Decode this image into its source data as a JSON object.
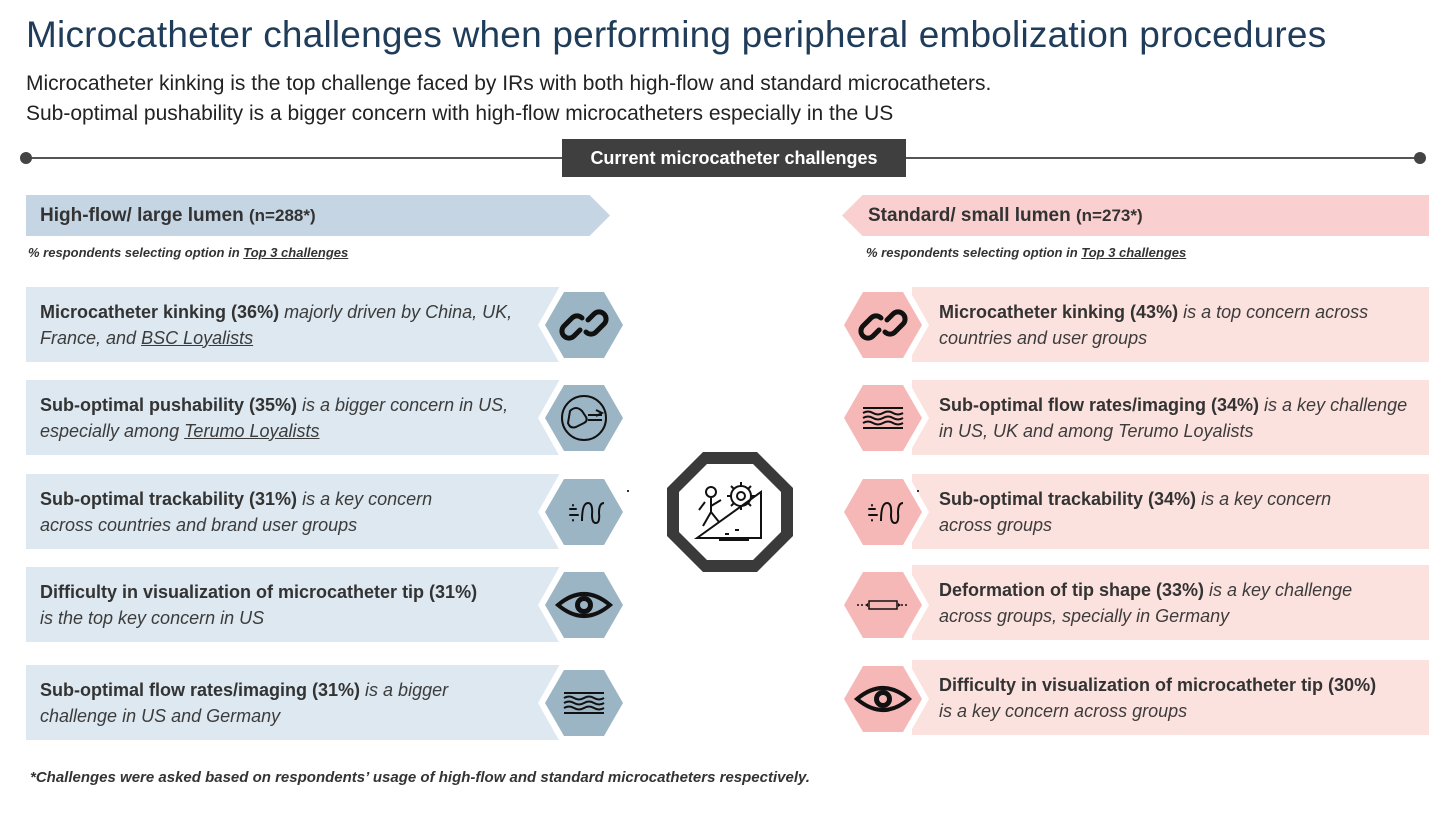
{
  "title": "Microcatheter challenges when performing peripheral embolization procedures",
  "subtitle_line1": "Microcatheter kinking is the top challenge faced by IRs with both high-flow and standard microcatheters.",
  "subtitle_line2": "Sub-optimal pushability is a bigger concern with high-flow microcatheters especially in the US",
  "center_label": "Current microcatheter challenges",
  "note_prefix": "% respondents selecting option in ",
  "note_link": "Top 3 challenges",
  "left": {
    "heading": "High-flow/ large lumen ",
    "heading_n": "(n=288*)",
    "color": "#c5d5e3",
    "items": [
      {
        "bold": "Microcatheter kinking (36%)",
        "rest": " majorly driven by China, UK, France, and ",
        "link": "BSC Loyalists",
        "icon": "chain-link-icon"
      },
      {
        "bold": "Sub-optimal pushability (35%)",
        "rest": " is a bigger concern in US, especially among ",
        "link": "Terumo Loyalists",
        "icon": "hand-push-icon"
      },
      {
        "bold": "Sub-optimal trackability (31%)",
        "rest": " is a key concern across countries and brand user groups",
        "link": "",
        "icon": "winding-path-icon"
      },
      {
        "bold": "Difficulty in visualization of microcatheter tip (31%)",
        "rest": " is the top key concern in US",
        "link": "",
        "icon": "eye-icon"
      },
      {
        "bold": "Sub-optimal flow rates/imaging (31%)",
        "rest": " is a bigger challenge in US  and Germany",
        "link": "",
        "icon": "flow-waves-icon"
      }
    ]
  },
  "right": {
    "heading": "Standard/ small lumen ",
    "heading_n": "(n=273*)",
    "color": "#f9cfcf",
    "items": [
      {
        "bold": "Microcatheter kinking (43%)",
        "rest": " is a top concern across countries and user groups",
        "link": "",
        "icon": "chain-link-icon"
      },
      {
        "bold": "Sub-optimal flow rates/imaging (34%)",
        "rest": " is a key challenge in US, UK and among Terumo Loyalists",
        "link": "",
        "icon": "flow-waves-icon"
      },
      {
        "bold": "Sub-optimal trackability (34%)",
        "rest": " is a key concern across groups",
        "link": "",
        "icon": "winding-path-icon"
      },
      {
        "bold": "Deformation of tip shape (33%)",
        "rest": " is a key challenge across groups, specially in Germany",
        "link": "",
        "icon": "catheter-tip-icon"
      },
      {
        "bold": "Difficulty in visualization of microcatheter tip (30%)",
        "rest": " is a key concern across groups",
        "link": "",
        "icon": "eye-icon"
      }
    ]
  },
  "footnote": "*Challenges were asked based on respondents’ usage of high-flow and standard microcatheters respectively."
}
